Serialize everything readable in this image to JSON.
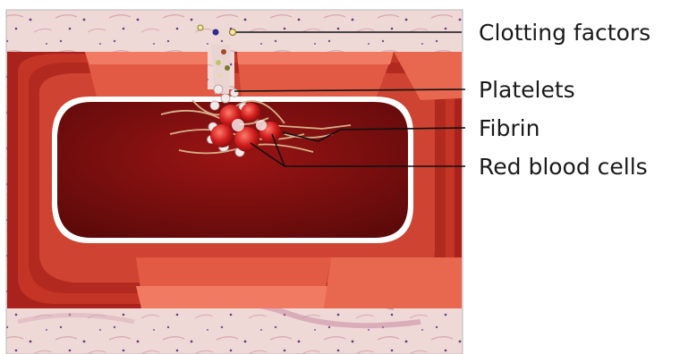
{
  "diagram": {
    "labels": [
      {
        "id": "clotting-factors",
        "text": "Clotting factors"
      },
      {
        "id": "platelets",
        "text": "Platelets"
      },
      {
        "id": "fibrin",
        "text": "Fibrin"
      },
      {
        "id": "red-blood-cells",
        "text": "Red blood cells"
      }
    ]
  },
  "colors": {
    "tissue_background": "#efd9d6",
    "vessel_wall_dark": "#a9231c",
    "vessel_wall_light": "#e0503c",
    "vessel_lumen": "#7b0d0d",
    "inner_lining": "#ffffff",
    "red_blood_cell": "#d01d1d",
    "platelet": "#f2eaea",
    "fibrin": "#d8b08a",
    "leader_line": "#111111"
  }
}
